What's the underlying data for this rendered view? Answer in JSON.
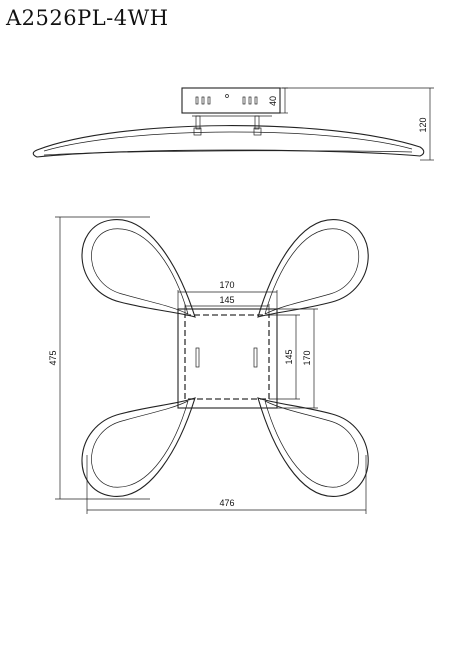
{
  "title": "A2526PL-4WH",
  "dimensions": {
    "height_mount": "40",
    "height_total": "120",
    "outer_height": "475",
    "outer_width": "476",
    "base_width_outer": "170",
    "base_width_inner": "145",
    "base_height_inner": "145",
    "base_height_outer": "170"
  }
}
